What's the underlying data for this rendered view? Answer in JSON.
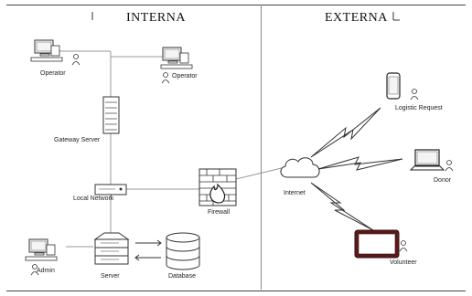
{
  "zones": {
    "internal_title": "INTERNA",
    "external_title": "EXTERNA"
  },
  "nodes": {
    "operator_left": "Operator",
    "operator_right": "Operator",
    "gateway_server": "Gateway Server",
    "local_network": "Local Network",
    "firewall": "Firewall",
    "internet": "Internet",
    "admin": "Admin",
    "server": "Server",
    "database": "Database",
    "logistic_request": "Logistic Request",
    "donor": "Donor",
    "volunteer": "Volunteer"
  },
  "icons": [
    "desktop-computer-icon",
    "user-icon",
    "server-rack-icon",
    "network-switch-icon",
    "firewall-icon",
    "cloud-icon",
    "database-icon",
    "smartphone-icon",
    "laptop-icon",
    "tablet-icon",
    "lightning-link-icon"
  ]
}
